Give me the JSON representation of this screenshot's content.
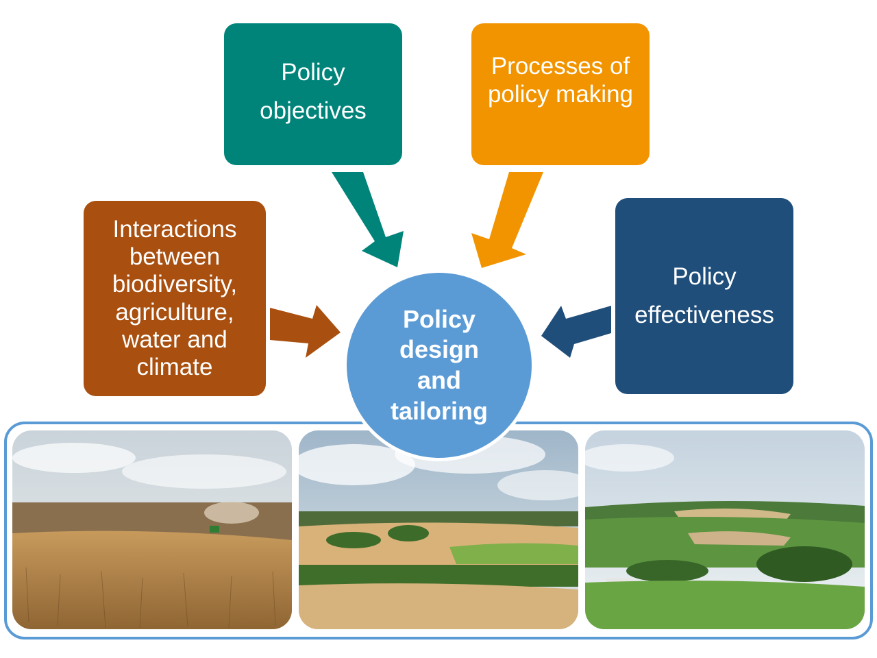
{
  "diagram": {
    "boxes": {
      "objectives": {
        "label": "Policy\nobjectives",
        "color": "#00847a"
      },
      "processes": {
        "label": "Processes of\npolicy making",
        "color": "#f29400"
      },
      "interactions": {
        "label": "Interactions\nbetween\nbiodiversity,\nagriculture,\nwater and\nclimate",
        "color": "#a94f0f"
      },
      "effectiveness": {
        "label": "Policy\neffectiveness",
        "color": "#1f4e7a"
      }
    },
    "center": {
      "label": "Policy\ndesign\nand\ntailoring",
      "color": "#5b9bd5"
    }
  },
  "photos": [
    {
      "name": "wheat field with tractor"
    },
    {
      "name": "rolling fields with trees"
    },
    {
      "name": "green valley with village"
    }
  ]
}
